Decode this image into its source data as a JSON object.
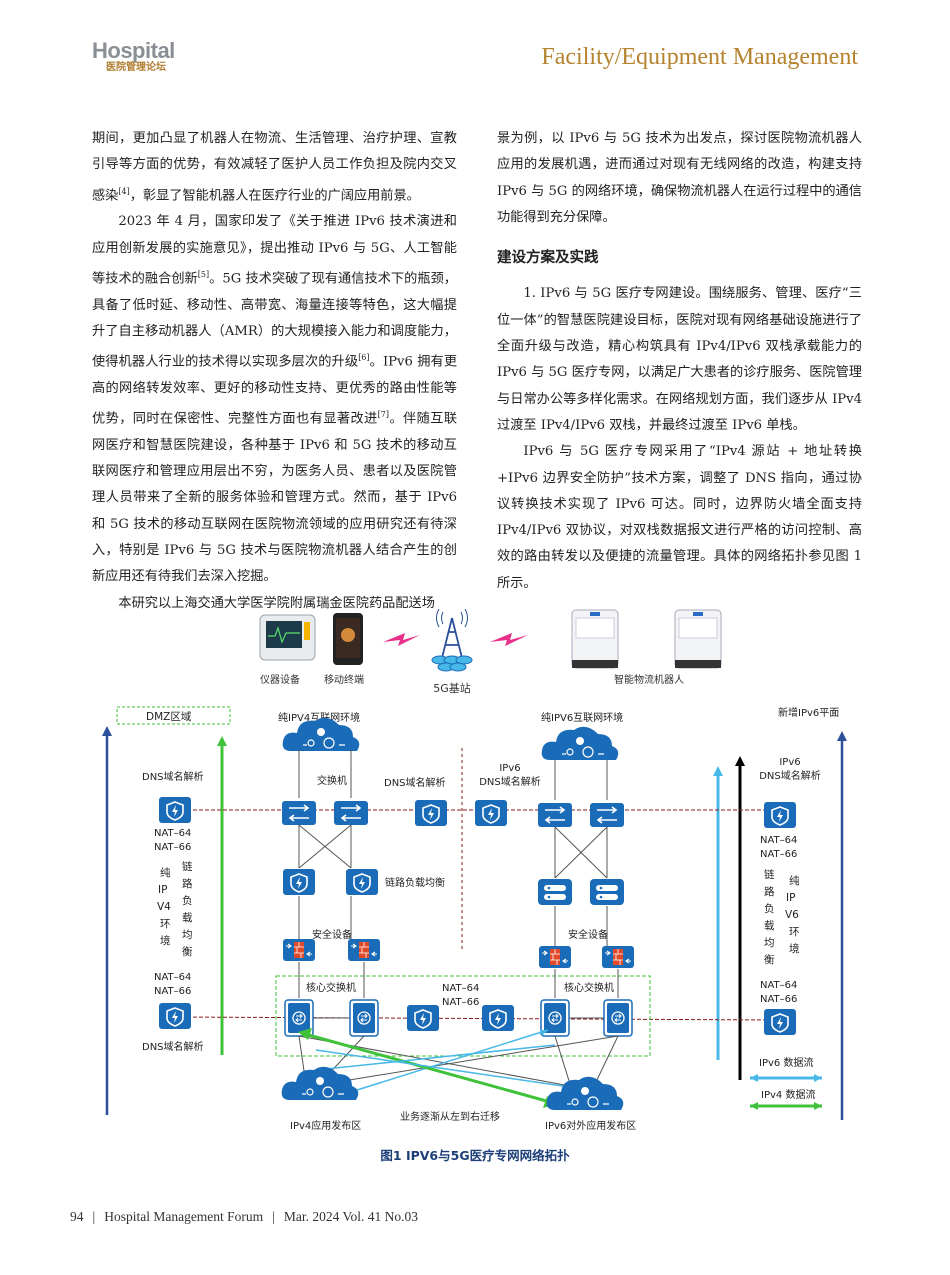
{
  "header": {
    "logo_text": "Hospital",
    "logo_subtext": "医院管理论坛",
    "title": "Facility/Equipment Management"
  },
  "col1": {
    "p1": "期间，更加凸显了机器人在物流、生活管理、治疗护理、宣教引导等方面的优势，有效减轻了医护人员工作负担及院内交叉感染",
    "p1_ref": "[4]",
    "p1_end": "，彰显了智能机器人在医疗行业的广阔应用前景。",
    "p2a": "2023 年 4 月，国家印发了《关于推进 IPv6 技术演进和应用创新发展的实施意见》，提出推动 IPv6 与 5G、人工智能等技术的融合创新",
    "p2_ref1": "[5]",
    "p2b": "。5G 技术突破了现有通信技术下的瓶颈，具备了低时延、移动性、高带宽、海量连接等特色，这大幅提升了自主移动机器人（AMR）的大规模接入能力和调度能力，使得机器人行业的技术得以实现多层次的升级",
    "p2_ref2": "[6]",
    "p2c": "。IPv6 拥有更高的网络转发效率、更好的移动性支持、更优秀的路由性能等优势，同时在保密性、完整性方面也有显著改进",
    "p2_ref3": "[7]",
    "p2d": "。伴随互联网医疗和智慧医院建设，各种基于 IPv6 和 5G 技术的移动互联网医疗和管理应用层出不穷，为医务人员、患者以及医院管理人员带来了全新的服务体验和管理方式。然而，基于 IPv6 和 5G 技术的移动互联网在医院物流领域的应用研究还有待深入，特别是 IPv6 与 5G 技术与医院物流机器人结合产生的创新应用还有待我们去深入挖掘。",
    "p3": "本研究以上海交通大学医学院附属瑞金医院药品配送场"
  },
  "col2": {
    "p1": "景为例，以 IPv6 与 5G 技术为出发点，探讨医院物流机器人应用的发展机遇，进而通过对现有无线网络的改造，构建支持 IPv6 与 5G 的网络环境，确保物流机器人在运行过程中的通信功能得到充分保障。",
    "heading": "建设方案及实践",
    "p2": "1. IPv6 与 5G 医疗专网建设。围绕服务、管理、医疗“三位一体”的智慧医院建设目标，医院对现有网络基础设施进行了全面升级与改造，精心构筑具有 IPv4/IPv6 双栈承载能力的 IPv6 与 5G 医疗专网，以满足广大患者的诊疗服务、医院管理与日常办公等多样化需求。在网络规划方面，我们逐步从 IPv4 过渡至 IPv4/IPv6 双栈，并最终过渡至 IPv6 单栈。",
    "p3": "IPv6 与 5G 医疗专网采用了“IPv4 源站 + 地址转换 +IPv6 边界安全防护”技术方案，调整了 DNS 指向，通过协议转换技术实现了 IPv6 可达。同时，边界防火墙全面支持 IPv4/IPv6 双协议，对双栈数据报文进行严格的访问控制、高效的路由转发以及便捷的流量管理。具体的网络拓扑参见图 1 所示。"
  },
  "figure": {
    "device_label": "仪器设备",
    "mobile_label": "移动终端",
    "base_station_label": "5G基站",
    "robot_label": "智能物流机器人",
    "dmz_label": "DMZ区域",
    "pure_v4_internet": "纯IPV4互联网环境",
    "pure_v6_internet": "纯IPV6互联网环境",
    "new_ipv6_plane": "新增IPv6平面",
    "dns_left": "DNS域名解析",
    "dns_mid": "DNS域名解析",
    "ipv6_dns_mid": "IPv6",
    "ipv6_dns_mid2": "DNS域名解析",
    "ipv6_dns_right": "IPv6",
    "ipv6_dns_right2": "DNS域名解析",
    "switch_label": "交换机",
    "nat64": "NAT–64",
    "nat66": "NAT–66",
    "pure_ipv4_env": [
      "纯",
      "IP",
      "V4",
      "环",
      "境"
    ],
    "link_lb_vertical": [
      "链",
      "路",
      "负",
      "载",
      "均",
      "衡"
    ],
    "link_lb": "链路负载均衡",
    "security_left": "安全设备",
    "security_right": "安全设备",
    "core_left": "核心交换机",
    "core_right": "核心交换机",
    "dns_bottom_left": "DNS域名解析",
    "right_vertical_a": [
      "链",
      "路",
      "负",
      "载",
      "均",
      "衡"
    ],
    "right_vertical_b": [
      "纯",
      "IP",
      "V6",
      "环",
      "境"
    ],
    "ipv6_flow": "IPv6 数据流",
    "ipv4_flow": "IPv4 数据流",
    "v4_app_zone": "IPv4应用发布区",
    "v6_app_zone": "IPv6对外应用发布区",
    "migration": "业务逐渐从左到右迁移",
    "caption": "图1 IPV6与5G医疗专网网络拓扑",
    "colors": {
      "blue": "#1a6bb8",
      "green": "#3ec23a",
      "cyan": "#47b8e8",
      "navy": "#2b4f9a",
      "red": "#c0392b",
      "magenta": "#e8308a"
    }
  },
  "footer": {
    "page": "94",
    "journal": "Hospital Management Forum",
    "issue": "Mar. 2024 Vol. 41 No.03"
  }
}
